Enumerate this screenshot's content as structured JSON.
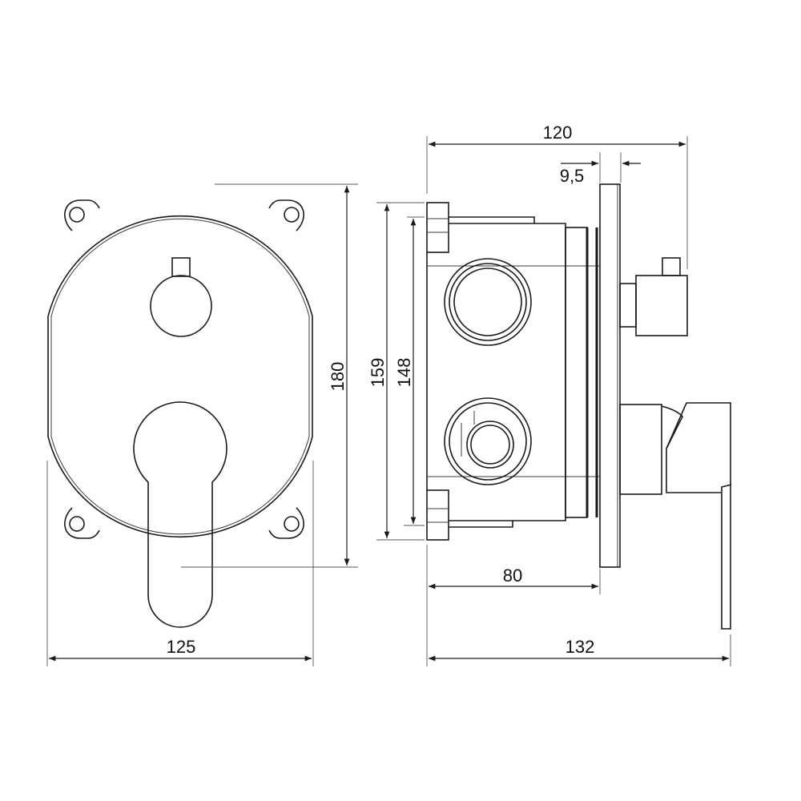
{
  "drawing": {
    "front_view": {
      "width_label": "125",
      "height_label": "180"
    },
    "side_view": {
      "overall_depth_label": "120",
      "plate_thickness_label": "9,5",
      "body_height_outer_label": "159",
      "body_height_inner_label": "148",
      "body_depth_label": "80",
      "total_depth_label": "132"
    },
    "colors": {
      "line": "#1a1a1a",
      "background": "#ffffff"
    }
  }
}
